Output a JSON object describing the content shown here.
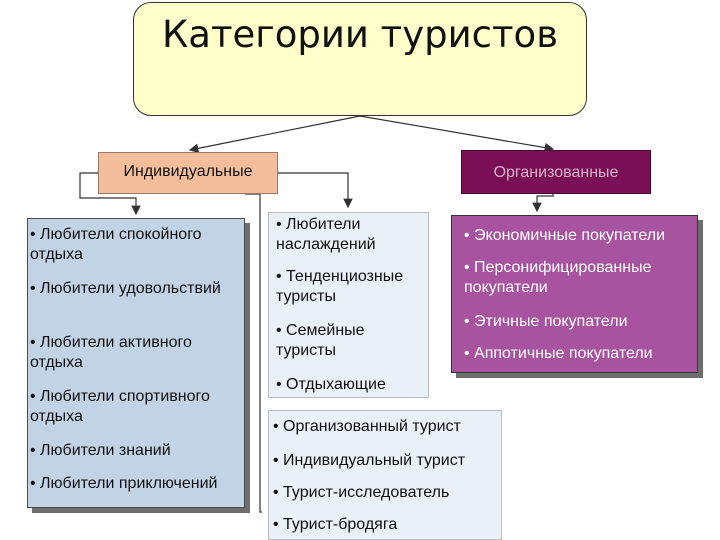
{
  "title": "Категории туристов",
  "categories": {
    "individual": "Индивидуальные",
    "organized": "Организованные"
  },
  "individual_types": [
    "• Любители спокойного отдыха",
    "• Любители удовольствий",
    "• Любители активного отдыха",
    "• Любители спортивного отдыха",
    "• Любители знаний",
    "• Любители приключений"
  ],
  "individual_types_2": [
    "• Любители наслаждений",
    "• Тенденциозные туристы",
    "• Семейные туристы",
    "• Отдыхающие"
  ],
  "general_types": [
    "• Организованный турист",
    "• Индивидуальный турист",
    "• Турист-исследователь",
    "• Турист-бродяга"
  ],
  "organized_types": [
    "• Экономичные покупатели",
    "• Персонифицированные покупатели",
    "• Этичные покупатели",
    "• Аппотичные покупатели"
  ],
  "colors": {
    "title_fill": "#ffffcc",
    "individual_fill": "#f4be9c",
    "organized_fill": "#7a0f56",
    "left_list_fill": "#c3d3e6",
    "right_list_fill": "#a8539f"
  }
}
